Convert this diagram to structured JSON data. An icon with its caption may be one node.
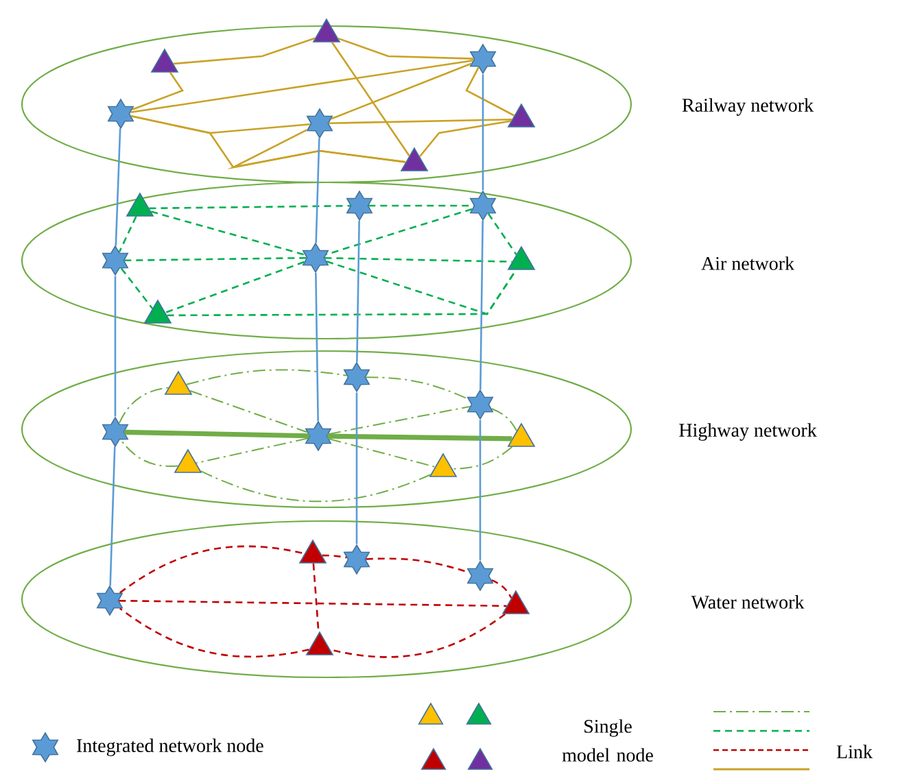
{
  "diagram": {
    "nodes": [
      {
        "text": [
          "Railway network"
        ]
      },
      {
        "text": [],
        "shape": "triangle",
        "in": 0
      },
      {
        "text": [],
        "shape": "star",
        "in": 0
      },
      {
        "text": [],
        "shape": "triangle",
        "in": 0
      },
      {
        "text": [],
        "shape": "star",
        "in": 0
      },
      {
        "text": [],
        "shape": "triangle",
        "in": 0
      },
      {
        "text": [],
        "shape": "star",
        "in": 0
      },
      {
        "text": [],
        "shape": "triangle",
        "in": 0
      },
      {
        "text": [
          "Air network"
        ]
      },
      {
        "text": [],
        "shape": "triangle",
        "in": 8
      },
      {
        "text": [],
        "shape": "star",
        "in": 8
      },
      {
        "text": [],
        "shape": "star",
        "in": 8
      },
      {
        "text": [],
        "shape": "star",
        "in": 8
      },
      {
        "text": [],
        "shape": "star",
        "in": 8
      },
      {
        "text": [],
        "shape": "triangle",
        "in": 8
      },
      {
        "text": [],
        "shape": "triangle",
        "in": 8
      },
      {
        "text": [
          "Highway network"
        ]
      },
      {
        "text": [],
        "shape": "star",
        "in": 16
      },
      {
        "text": [],
        "shape": "triangle",
        "in": 16
      },
      {
        "text": [],
        "shape": "star",
        "in": 16
      },
      {
        "text": [],
        "shape": "star",
        "in": 16
      },
      {
        "text": [],
        "shape": "star",
        "in": 16
      },
      {
        "text": [],
        "shape": "triangle",
        "in": 16
      },
      {
        "text": [],
        "shape": "triangle",
        "in": 16
      },
      {
        "text": [],
        "shape": "triangle",
        "in": 16
      },
      {
        "text": [
          "Water network"
        ]
      },
      {
        "text": [],
        "shape": "triangle",
        "in": 25
      },
      {
        "text": [],
        "shape": "star",
        "in": 25
      },
      {
        "text": [],
        "shape": "star",
        "in": 25
      },
      {
        "text": [],
        "shape": "star",
        "in": 25
      },
      {
        "text": [],
        "shape": "triangle",
        "in": 25
      },
      {
        "text": [],
        "shape": "triangle",
        "in": 25
      }
    ],
    "edges": [
      {
        "from": 3,
        "to": 1,
        "arrow": "none"
      },
      {
        "from": 1,
        "to": 2,
        "arrow": "none"
      },
      {
        "from": 3,
        "to": 4,
        "arrow": "none"
      },
      {
        "from": 4,
        "to": 2,
        "arrow": "none"
      },
      {
        "from": 4,
        "to": 6,
        "arrow": "none"
      },
      {
        "from": 4,
        "to": 7,
        "arrow": "none"
      },
      {
        "from": 6,
        "to": 7,
        "arrow": "none"
      },
      {
        "from": 1,
        "to": 7,
        "arrow": "none"
      },
      {
        "from": 2,
        "to": 6,
        "arrow": "none"
      },
      {
        "from": 2,
        "to": 5,
        "arrow": "none"
      },
      {
        "from": 6,
        "to": 5,
        "arrow": "none"
      },
      {
        "from": 7,
        "to": 5,
        "arrow": "none"
      },
      {
        "from": 9,
        "to": 10,
        "arrow": "none",
        "style": "dashed",
        "color": "#00b050"
      },
      {
        "from": 10,
        "to": 11,
        "arrow": "none",
        "style": "dashed",
        "color": "#00b050"
      },
      {
        "from": 9,
        "to": 12,
        "arrow": "none",
        "style": "dashed",
        "color": "#00b050"
      },
      {
        "from": 12,
        "to": 15,
        "arrow": "none",
        "style": "dashed",
        "color": "#00b050"
      },
      {
        "from": 12,
        "to": 13,
        "arrow": "none",
        "style": "dashed",
        "color": "#00b050"
      },
      {
        "from": 13,
        "to": 14,
        "arrow": "none",
        "style": "dashed",
        "color": "#00b050"
      },
      {
        "from": 9,
        "to": 13,
        "arrow": "none",
        "style": "dashed",
        "color": "#00b050"
      },
      {
        "from": 13,
        "to": 15,
        "arrow": "none",
        "style": "dashed",
        "color": "#00b050"
      },
      {
        "from": 11,
        "to": 13,
        "arrow": "none",
        "style": "dashed",
        "color": "#00b050"
      },
      {
        "from": 13,
        "to": 14,
        "arrow": "none",
        "style": "dashed",
        "color": "#00b050"
      },
      {
        "from": 15,
        "to": 14,
        "arrow": "none",
        "style": "dashed",
        "color": "#00b050"
      },
      {
        "from": 11,
        "to": 14,
        "arrow": "none",
        "style": "dashed",
        "color": "#00b050"
      },
      {
        "from": 20,
        "to": 18,
        "arrow": "none",
        "style": "dashed",
        "color": "#70ad47"
      },
      {
        "from": 18,
        "to": 17,
        "arrow": "none",
        "style": "dashed",
        "color": "#70ad47"
      },
      {
        "from": 17,
        "to": 19,
        "arrow": "none",
        "style": "dashed",
        "color": "#70ad47"
      },
      {
        "from": 19,
        "to": 22,
        "arrow": "none",
        "style": "dashed",
        "color": "#70ad47"
      },
      {
        "from": 22,
        "to": 24,
        "arrow": "none",
        "style": "dashed",
        "color": "#70ad47"
      },
      {
        "from": 24,
        "to": 23,
        "arrow": "none",
        "style": "dashed",
        "color": "#70ad47"
      },
      {
        "from": 23,
        "to": 20,
        "arrow": "none",
        "style": "dashed",
        "color": "#70ad47"
      },
      {
        "from": 20,
        "to": 21,
        "arrow": "none",
        "style": "thick",
        "color": "#70ad47"
      },
      {
        "from": 21,
        "to": 22,
        "arrow": "none",
        "style": "thick",
        "color": "#70ad47"
      },
      {
        "from": 18,
        "to": 21,
        "arrow": "none",
        "style": "dashed",
        "color": "#70ad47"
      },
      {
        "from": 21,
        "to": 23,
        "arrow": "none",
        "style": "dashed",
        "color": "#70ad47"
      },
      {
        "from": 21,
        "to": 19,
        "arrow": "none",
        "style": "dashed",
        "color": "#70ad47"
      },
      {
        "from": 21,
        "to": 24,
        "arrow": "none",
        "style": "dashed",
        "color": "#70ad47"
      },
      {
        "from": 29,
        "to": 26,
        "arrow": "none",
        "style": "dashed",
        "color": "#c00000"
      },
      {
        "from": 26,
        "to": 27,
        "arrow": "none",
        "style": "dashed",
        "color": "#c00000"
      },
      {
        "from": 27,
        "to": 28,
        "arrow": "none",
        "style": "dashed",
        "color": "#c00000"
      },
      {
        "from": 28,
        "to": 30,
        "arrow": "none",
        "style": "dashed",
        "color": "#c00000"
      },
      {
        "from": 30,
        "to": 31,
        "arrow": "none",
        "style": "dashed",
        "color": "#c00000"
      },
      {
        "from": 31,
        "to": 29,
        "arrow": "none",
        "style": "dashed",
        "color": "#c00000"
      },
      {
        "from": 29,
        "to": 30,
        "arrow": "none",
        "style": "dashed",
        "color": "#c00000"
      },
      {
        "from": 26,
        "to": 31,
        "arrow": "none",
        "style": "dashed",
        "color": "#c00000"
      },
      {
        "from": 4,
        "to": 12,
        "arrow": "none",
        "color": "#5b9bd5"
      },
      {
        "from": 12,
        "to": 20,
        "arrow": "none",
        "color": "#5b9bd5"
      },
      {
        "from": 20,
        "to": 29,
        "arrow": "none",
        "color": "#5b9bd5"
      },
      {
        "from": 6,
        "to": 13,
        "arrow": "none",
        "color": "#5b9bd5"
      },
      {
        "from": 13,
        "to": 21,
        "arrow": "none",
        "color": "#5b9bd5"
      },
      {
        "from": 2,
        "to": 11,
        "arrow": "none",
        "color": "#5b9bd5"
      },
      {
        "from": 11,
        "to": 19,
        "arrow": "none",
        "color": "#5b9bd5"
      },
      {
        "from": 19,
        "to": 28,
        "arrow": "none",
        "color": "#5b9bd5"
      },
      {
        "from": 10,
        "to": 17,
        "arrow": "none",
        "color": "#5b9bd5"
      },
      {
        "from": 17,
        "to": 27,
        "arrow": "none",
        "color": "#5b9bd5"
      }
    ],
    "legend": [
      {
        "text": "Integrated network node"
      },
      {
        "text": "Single model node"
      },
      {
        "text": "Link"
      }
    ]
  }
}
